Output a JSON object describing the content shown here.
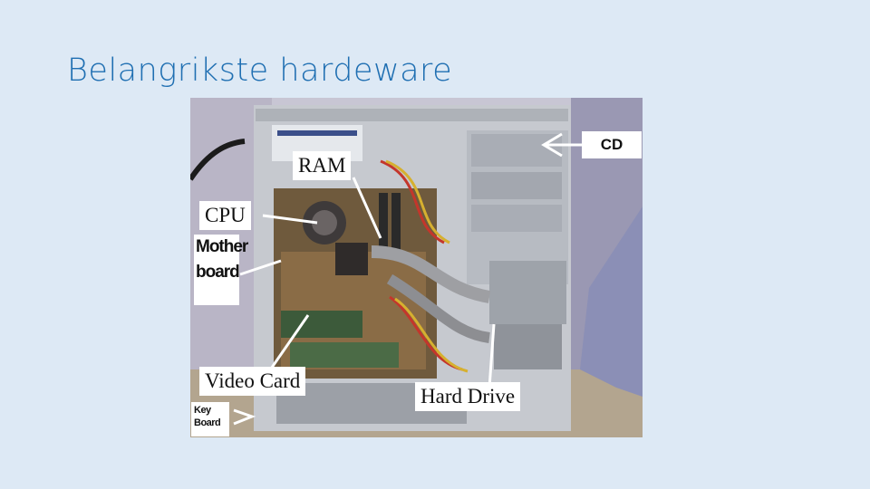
{
  "slide": {
    "title": "Belangrikste hardeware"
  },
  "labels": {
    "ram": "RAM",
    "cpu": "CPU",
    "motherboard_line1": "Mother",
    "motherboard_line2": "board",
    "video_card": "Video Card",
    "hard_drive": "Hard Drive",
    "cd": "CD",
    "keyboard_line1": "Key",
    "keyboard_line2": "Board"
  }
}
